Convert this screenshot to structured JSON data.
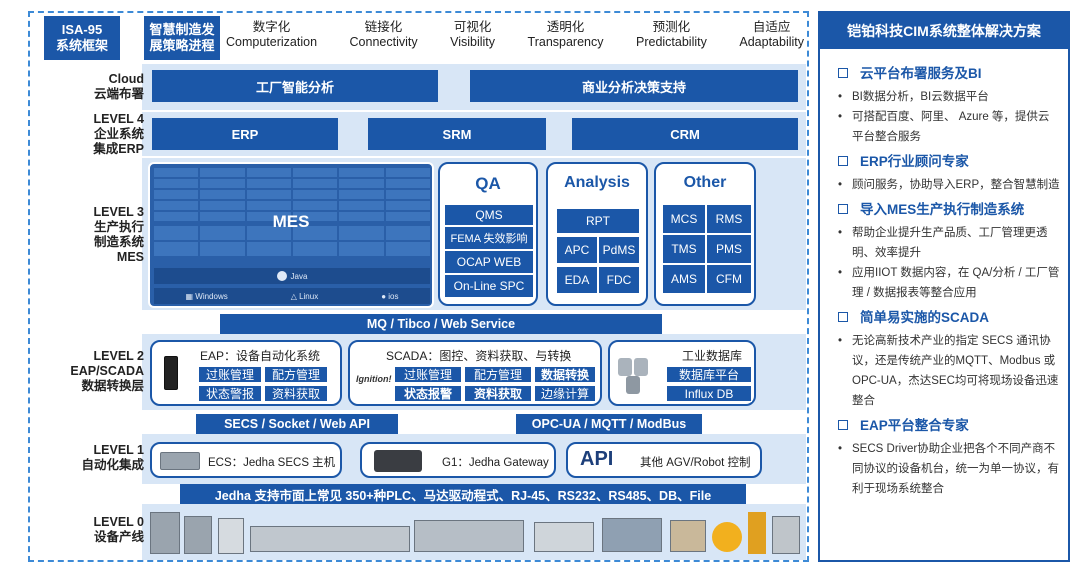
{
  "header": {
    "isa_line1": "ISA-95",
    "isa_line2": "系统框架",
    "strategy_line1": "智慧制造发",
    "strategy_line2": "展策略进程",
    "trends": [
      {
        "zh": "数字化",
        "en": "Computerization"
      },
      {
        "zh": "链接化",
        "en": "Connectivity"
      },
      {
        "zh": "可视化",
        "en": "Visibility"
      },
      {
        "zh": "透明化",
        "en": "Transparency"
      },
      {
        "zh": "预测化",
        "en": "Predictability"
      },
      {
        "zh": "自适应",
        "en": "Adaptability"
      }
    ]
  },
  "levels": {
    "cloud": {
      "line1": "Cloud",
      "line2": "云端布署"
    },
    "level4": {
      "line1": "LEVEL 4",
      "line2": "企业系统",
      "line3": "集成ERP"
    },
    "level3": {
      "line1": "LEVEL 3",
      "line2": "生产执行",
      "line3": "制造系统",
      "line4": "MES"
    },
    "level2": {
      "line1": "LEVEL 2",
      "line2": "EAP/SCADA",
      "line3": "数据转换层"
    },
    "level1": {
      "line1": "LEVEL 1",
      "line2": "自动化集成"
    },
    "level0": {
      "line1": "LEVEL 0",
      "line2": "设备产线"
    }
  },
  "cloud": {
    "box1": "工厂智能分析",
    "box2": "商业分析决策支持"
  },
  "erp": {
    "box1": "ERP",
    "box2": "SRM",
    "box3": "CRM"
  },
  "mes": {
    "label": "MES",
    "java": "Java",
    "windows": "Windows",
    "linux": "Linux",
    "ios": "ios"
  },
  "qa": {
    "title": "QA",
    "items": [
      "QMS",
      "FEMA 失效影响",
      "OCAP WEB",
      "On-Line SPC"
    ]
  },
  "analysis": {
    "title": "Analysis",
    "items": [
      "RPT",
      "APC",
      "PdMS",
      "EDA",
      "FDC"
    ]
  },
  "other": {
    "title": "Other",
    "items": [
      "MCS",
      "RMS",
      "TMS",
      "PMS",
      "AMS",
      "CFM"
    ]
  },
  "mq_bar": "MQ / Tibco / Web Service",
  "eap": {
    "title": "EAP：设备自动化系统",
    "items": [
      "过账管理",
      "配方管理",
      "状态警报",
      "资料获取"
    ]
  },
  "scada": {
    "title": "SCADA：图控、资料获取、与转换",
    "logo": "Ignition!",
    "items": [
      "过账管理",
      "配方管理",
      "数据转换",
      "状态报警",
      "资料获取",
      "边缘计算"
    ]
  },
  "db": {
    "title": "工业数据库",
    "items": [
      "数据库平台",
      "Influx DB"
    ]
  },
  "bar_secs": "SECS / Socket / Web API",
  "bar_opc": "OPC-UA / MQTT / ModBus",
  "level1_boxes": {
    "ecs": "ECS：Jedha SECS 主机",
    "g1": "G1：Jedha Gateway",
    "api_logo": "API",
    "agv": "其他 AGV/Robot 控制"
  },
  "support_bar": "Jedha 支持市面上常见 350+种PLC、马达驱动程式、RJ-45、RS232、RS485、DB、File",
  "right": {
    "title": "铠铂科技CIM系统整体解决方案",
    "sections": [
      {
        "heading": "云平台布署服务及BI",
        "bullets": [
          "BI数据分析，BI云数据平台",
          "可搭配百度、阿里、 Azure 等，提供云平台整合服务"
        ]
      },
      {
        "heading": "ERP行业顾问专家",
        "bullets": [
          "顾问服务，协助导入ERP，整合智慧制造"
        ]
      },
      {
        "heading": "导入MES生产执行制造系统",
        "bullets": [
          "帮助企业提升生产品质、工厂管理更透明、效率提升",
          "应用IIOT 数据内容，在 QA/分析 / 工厂管理 / 数据报表等整合应用"
        ]
      },
      {
        "heading": "简单易实施的SCADA",
        "bullets": [
          "无论高新技术产业的指定 SECS 通讯协议，还是传统产业的MQTT、Modbus 或 OPC-UA，杰达SEC均可将现场设备迅速整合"
        ]
      },
      {
        "heading": "EAP平台整合专家",
        "bullets": [
          "SECS Driver协助企业把各个不同产商不同协议的设备机台，统一为单一协议，有利于现场系统整合"
        ]
      }
    ]
  },
  "colors": {
    "brand": "#1b57a8",
    "band": "#d8e6f6",
    "frame": "#3d8ad6"
  }
}
